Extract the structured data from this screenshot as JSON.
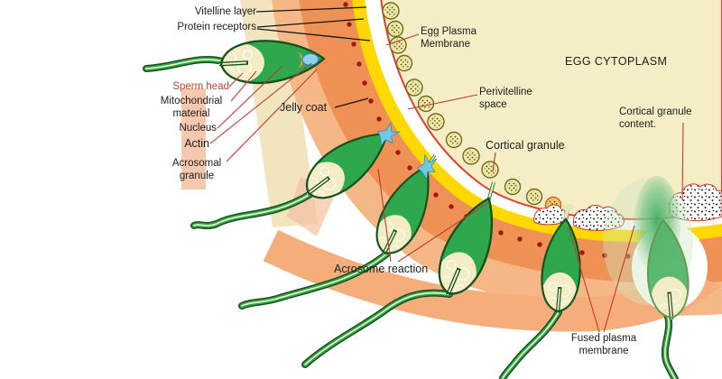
{
  "labels": {
    "vitelline_layer": "Vitelline layer",
    "protein_receptors": "Protein receptors",
    "egg_plasma_membrane": "Egg Plasma Membrane",
    "egg_cytoplasm": "EGG CYTOPLASM",
    "sperm_head": "Sperm head",
    "mitochondrial_material": "Mitochondrial material",
    "nucleus": "Nucleus",
    "actin": "Actin",
    "acrosomal_granule": "Acrosomal granule",
    "jelly_coat": "Jelly coat",
    "perivitelline_space": "Perivitelline space",
    "cortical_granule": "Cortical granule",
    "cortical_granule_content": "Cortical granule content.",
    "acrosome_reaction": "Acrosome reaction",
    "fused_plasma_membrane": "Fused plasma membrane"
  },
  "colors": {
    "jelly_coat": "#EF9154",
    "jelly_coat_outer": "#F6B786",
    "vitelline_layer": "#FFD800",
    "egg_plasma_membrane": "#D9402E",
    "egg_cytoplasm": "#F4EDC6",
    "protein_receptor_dot": "#A01812",
    "sperm_green": "#2FA84D",
    "sperm_outline": "#15521F",
    "mitochondrial_cream": "#F3EDC5",
    "acrosomal_blue": "#8ED3EE",
    "cortical_granule_fill": "#EFE8A6",
    "arrow_orange": "#F5AD7C",
    "label_red_text": "#BE4434",
    "leader_line_red": "#C23B2E",
    "leader_line_black": "#161616"
  }
}
